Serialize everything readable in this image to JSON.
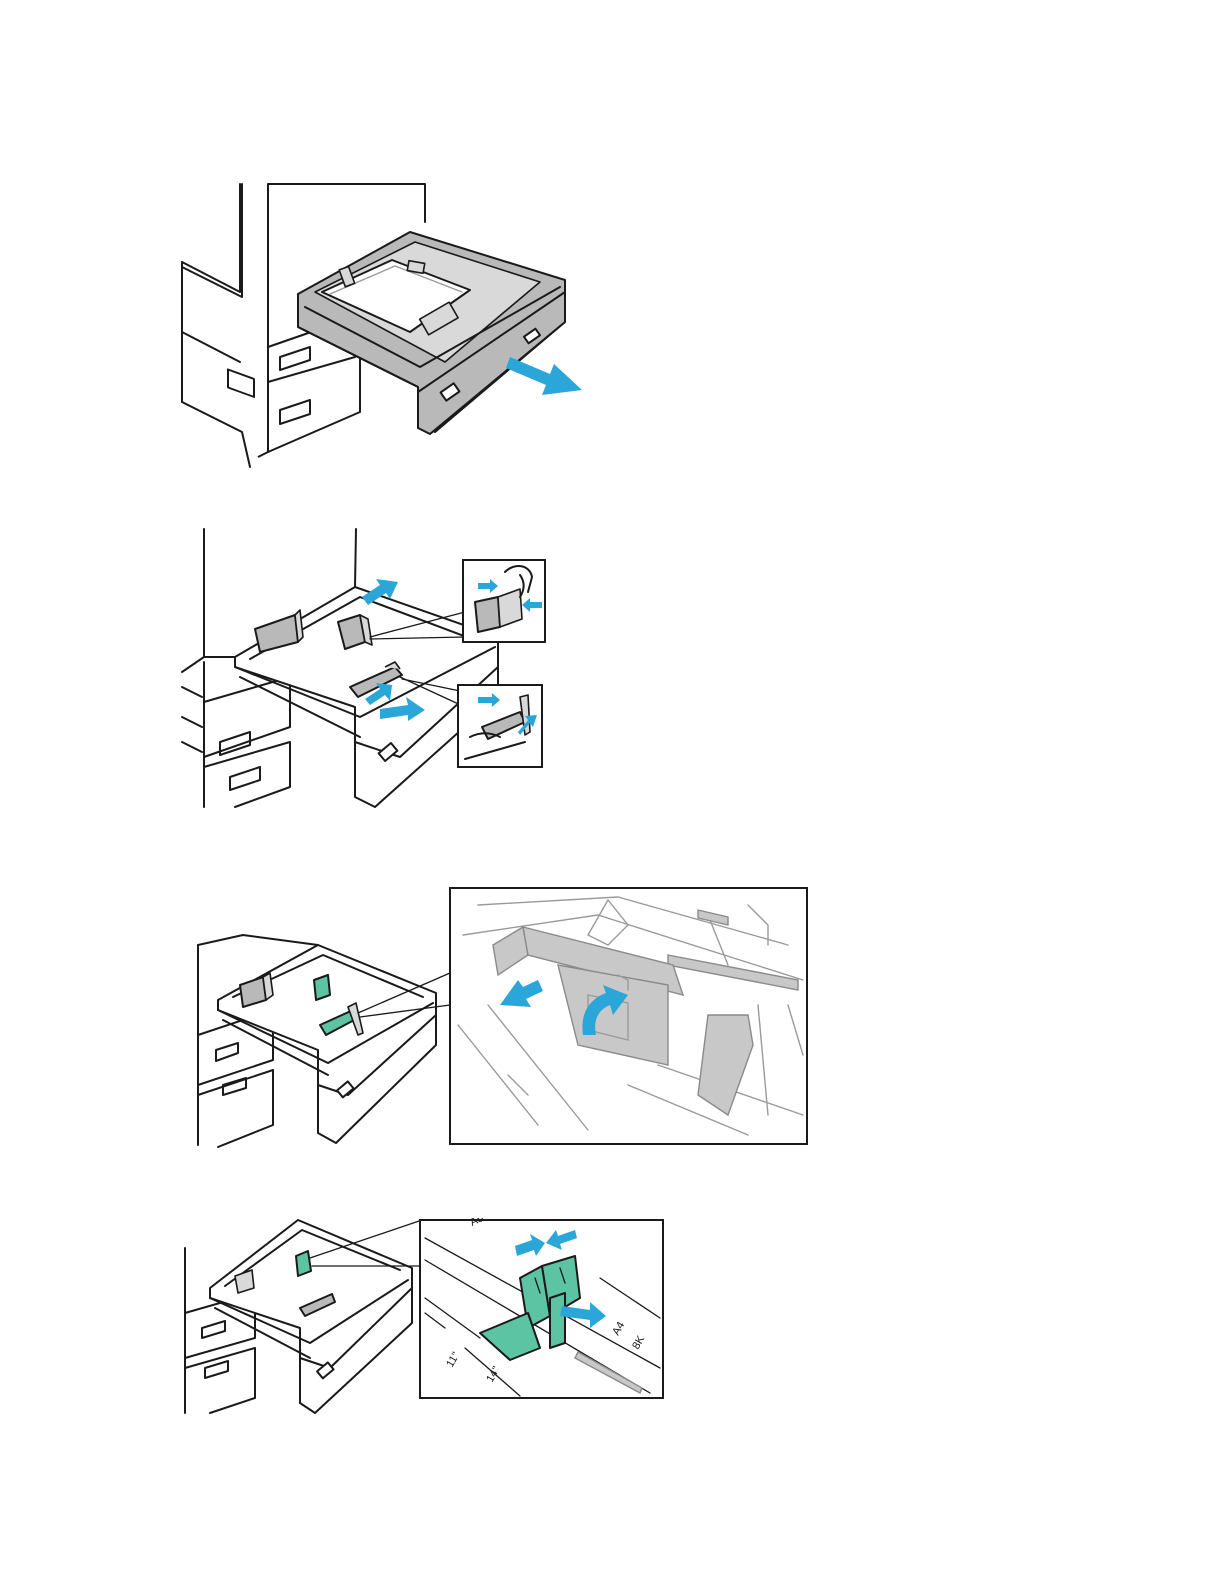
{
  "figures": [
    {
      "id": "open-tray",
      "icon": "pull-out-arrow-icon"
    },
    {
      "id": "adjust-guides",
      "icon": "squeeze-and-slide-arrows-icon"
    },
    {
      "id": "release-guide",
      "icon": "lift-and-pull-arrows-icon"
    },
    {
      "id": "set-length-guide",
      "icon": "squeeze-and-slide-arrows-icon"
    }
  ],
  "size_marks": [
    "A5",
    "A4",
    "8K",
    "11\"",
    "14\""
  ],
  "colors": {
    "arrow": "#2aa6d8",
    "guide_highlight": "#5cc3a3",
    "tray_gray": "#b9b9b9",
    "line": "#1a1a1a"
  }
}
